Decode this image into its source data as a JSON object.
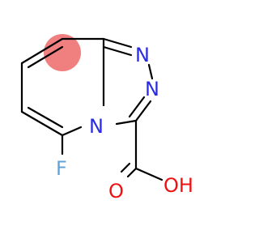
{
  "molecule": {
    "atoms": {
      "n1": "N",
      "n2": "N",
      "n4": "N",
      "f": "F",
      "o1": "O",
      "oh": "OH"
    },
    "colors": {
      "nitrogen": "#2a2ae6",
      "fluorine": "#5fa3d9",
      "oxygen": "#ee1111",
      "bond": "#000000",
      "highlight": "#f08080"
    }
  }
}
